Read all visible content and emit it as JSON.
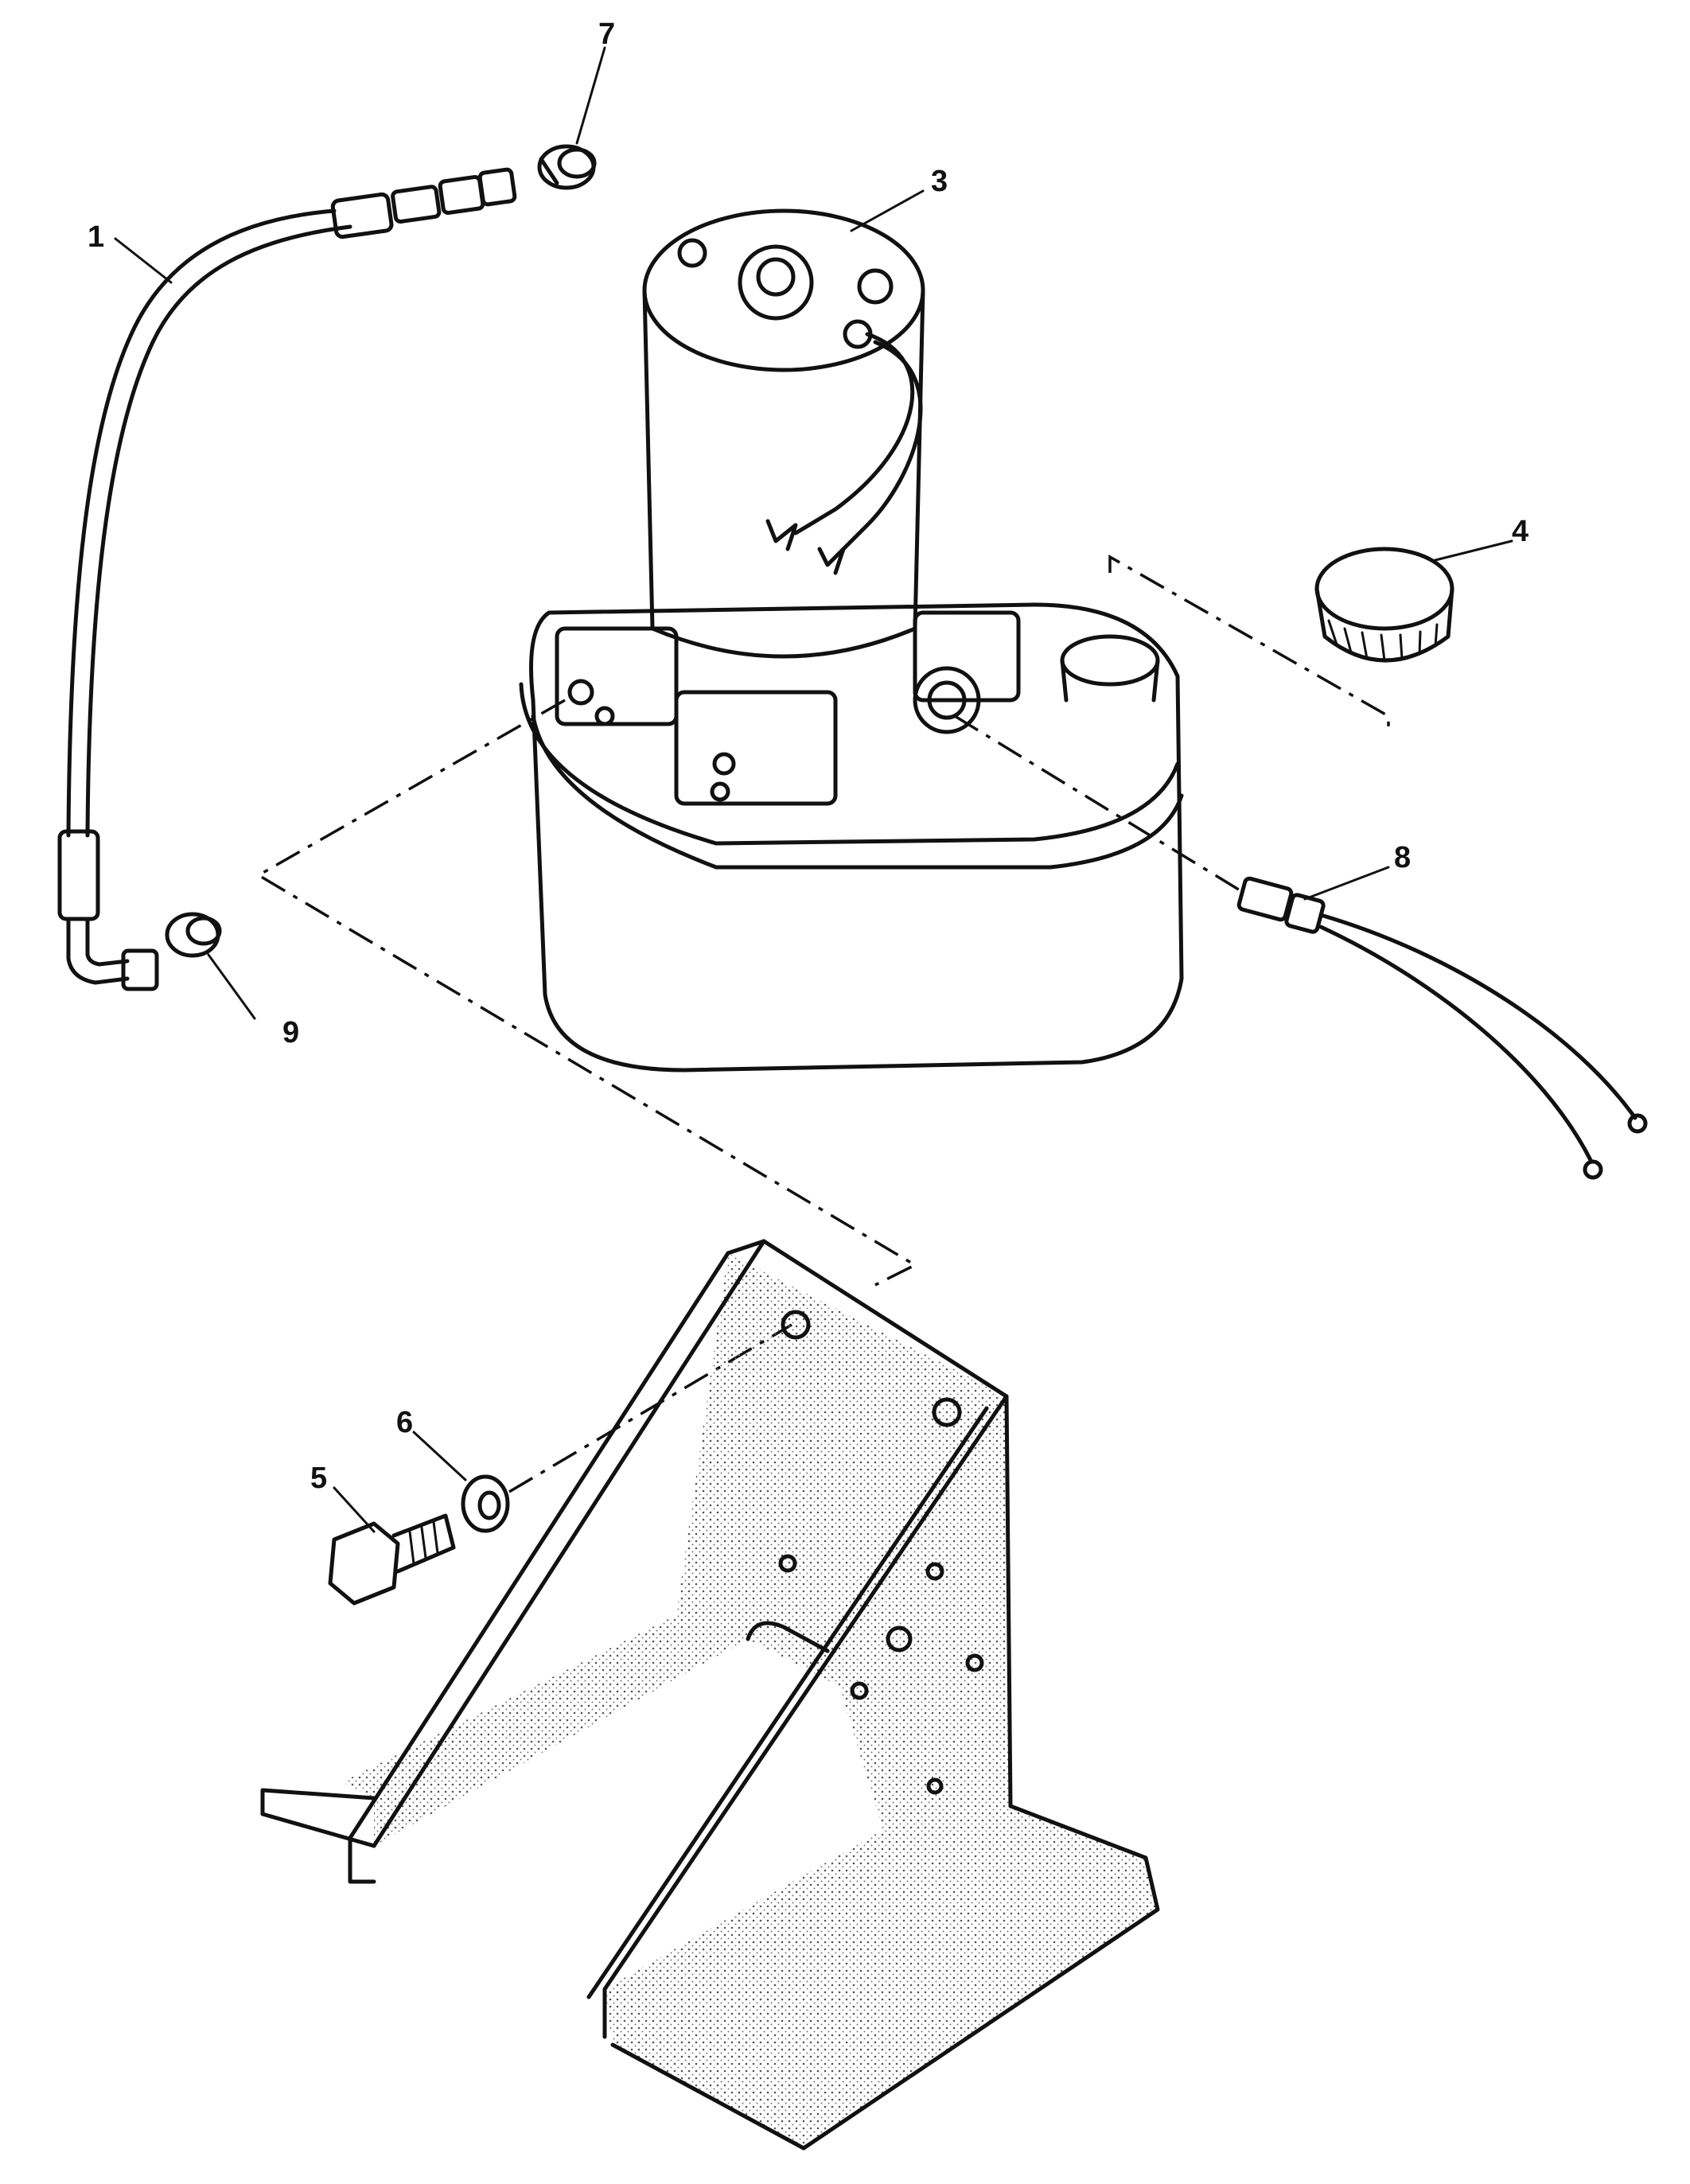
{
  "figure": {
    "callouts": [
      {
        "id": "1",
        "label": "1"
      },
      {
        "id": "3",
        "label": "3"
      },
      {
        "id": "4",
        "label": "4"
      },
      {
        "id": "5",
        "label": "5"
      },
      {
        "id": "6",
        "label": "6"
      },
      {
        "id": "7",
        "label": "7"
      },
      {
        "id": "8",
        "label": "8"
      },
      {
        "id": "9",
        "label": "9"
      }
    ]
  }
}
